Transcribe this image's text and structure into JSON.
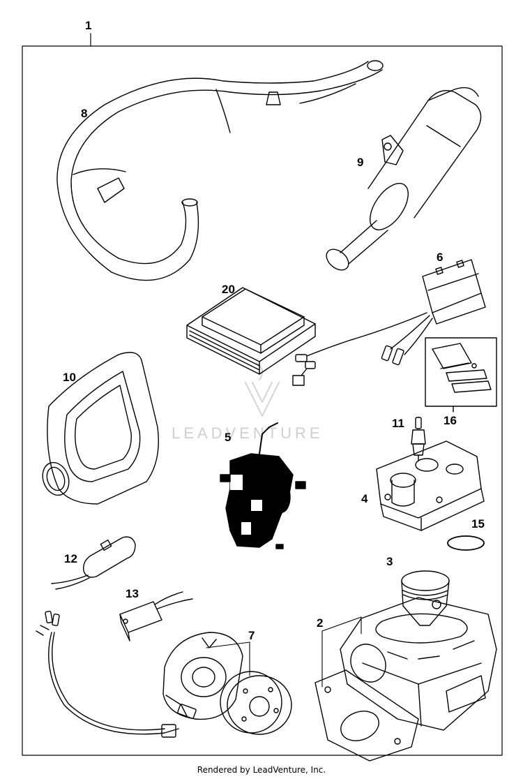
{
  "assembly": {
    "number": "1",
    "callouts": [
      {
        "id": "8"
      },
      {
        "id": "9"
      },
      {
        "id": "6"
      },
      {
        "id": "20"
      },
      {
        "id": "10"
      },
      {
        "id": "16"
      },
      {
        "id": "11"
      },
      {
        "id": "5"
      },
      {
        "id": "4"
      },
      {
        "id": "15"
      },
      {
        "id": "12"
      },
      {
        "id": "3"
      },
      {
        "id": "13"
      },
      {
        "id": "7"
      },
      {
        "id": "2"
      }
    ]
  },
  "watermark": {
    "text": "LEADVENTURE"
  },
  "footer": {
    "text": "Rendered by LeadVenture, Inc."
  }
}
